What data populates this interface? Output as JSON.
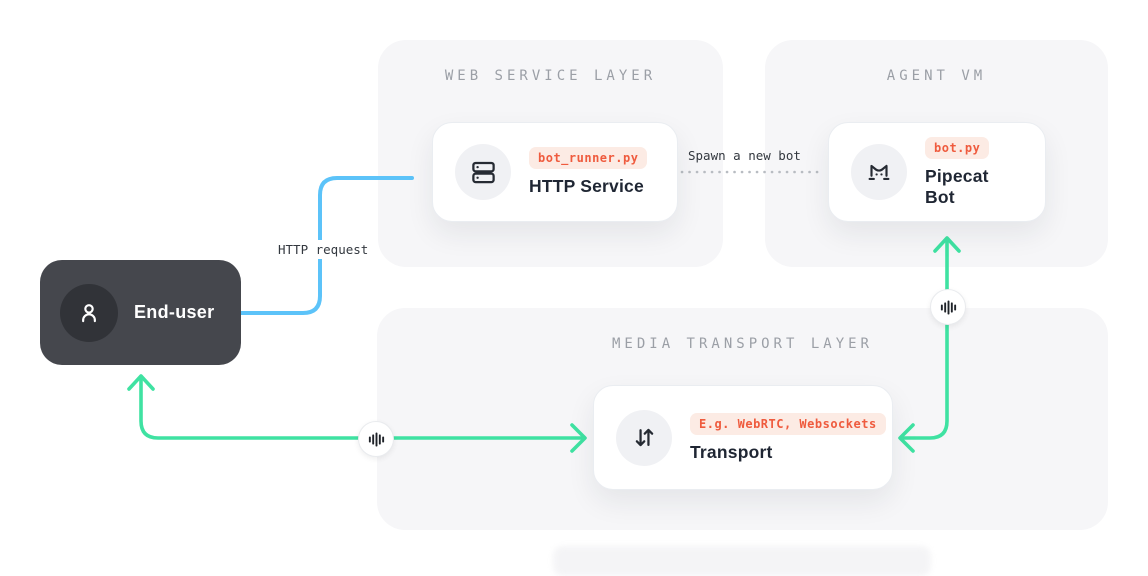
{
  "panels": {
    "web_service": {
      "title": "WEB SERVICE LAYER"
    },
    "agent_vm": {
      "title": "AGENT VM"
    },
    "media_transport": {
      "title": "MEDIA TRANSPORT LAYER"
    }
  },
  "nodes": {
    "end_user": {
      "label": "End-user"
    },
    "http_service": {
      "badge": "bot_runner.py",
      "title": "HTTP Service"
    },
    "pipecat_bot": {
      "badge": "bot.py",
      "title": "Pipecat Bot"
    },
    "transport": {
      "badge": "E.g. WebRTC, Websockets",
      "title": "Transport"
    }
  },
  "edges": {
    "http_request": {
      "label": "HTTP request",
      "style": "solid-blue"
    },
    "spawn_bot": {
      "label": "Spawn a new bot",
      "style": "dotted-gray"
    },
    "media_left": {
      "label": "",
      "style": "solid-green-bidirectional"
    },
    "media_right": {
      "label": "",
      "style": "solid-green-bidirectional"
    }
  },
  "icons": {
    "end_user": "person-icon",
    "http_service": "server-icon",
    "pipecat_bot": "pipecat-cat-icon",
    "transport": "up-down-arrows-icon",
    "media": "audio-waveform-icon"
  },
  "colors": {
    "accent_blue": "#5cc3f9",
    "accent_green": "#3fe2a2",
    "badge_text": "#ef5b3e",
    "badge_bg": "#fcebe4",
    "panel_bg": "#f6f6f8",
    "panel_title": "#9b9fa6",
    "card_title": "#1f2633",
    "end_user_bg": "#45474d",
    "dotted_line": "#b8bcc2"
  }
}
